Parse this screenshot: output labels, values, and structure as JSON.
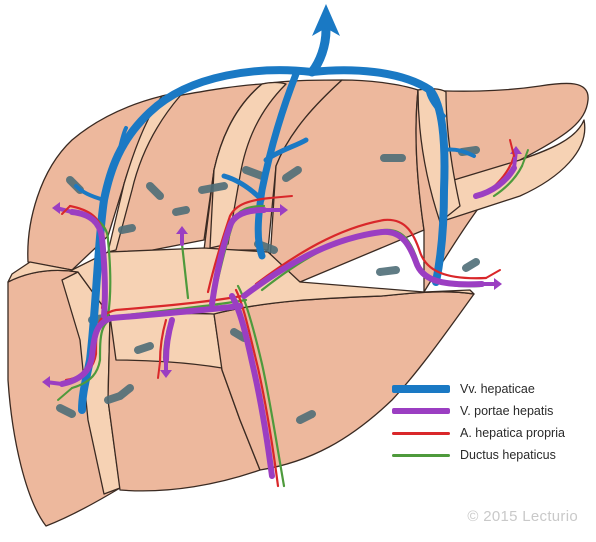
{
  "legend": {
    "items": [
      {
        "label": "Vv. hepaticae",
        "color": "#1a79c4"
      },
      {
        "label": "V. portae hepatis",
        "color": "#9b3ec2"
      },
      {
        "label": "A. hepatica propria",
        "color": "#d9272a"
      },
      {
        "label": "Ductus hepaticus",
        "color": "#4e9a3c"
      }
    ]
  },
  "copyright": "© 2015 Lecturio",
  "colors": {
    "liver": "#edb89d",
    "liver_light": "#f6d2b4",
    "outline": "#3a2a22",
    "hepatic_vein": "#1a79c4",
    "portal_vein": "#9b3ec2",
    "artery": "#d9272a",
    "duct": "#4e9a3c",
    "segment_marker": "#4f6e78"
  }
}
